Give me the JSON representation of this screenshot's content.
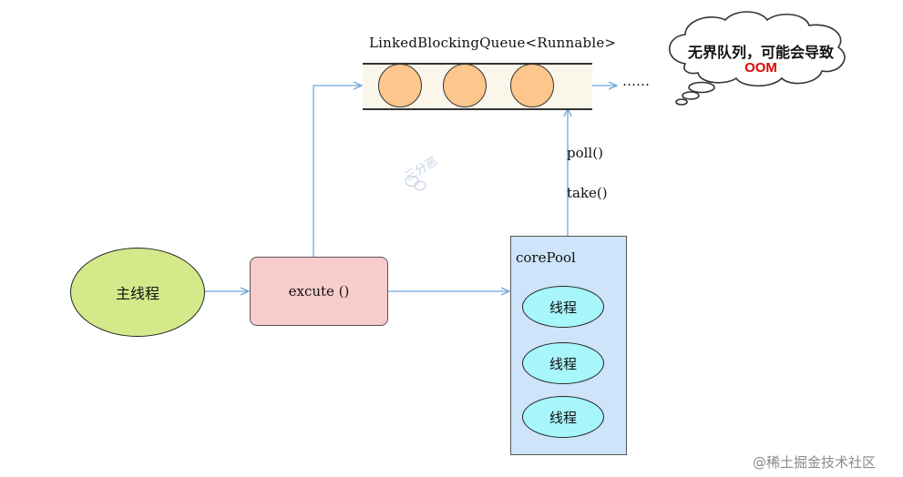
{
  "queue": {
    "label": "LinkedBlockingQueue<Runnable>",
    "ellipsis": "……"
  },
  "main_thread": {
    "label": "主线程"
  },
  "execute": {
    "label": "excute ()"
  },
  "core_pool": {
    "label": "corePool",
    "threads": [
      "线程",
      "线程",
      "线程"
    ]
  },
  "edges": {
    "poll": "poll()",
    "take": "take()"
  },
  "cloud": {
    "line1": "无界队列，可能会导致",
    "line2": "OOM"
  },
  "watermark": {
    "text": "三分恶"
  },
  "footer": {
    "text": "@稀土掘金技术社区"
  },
  "colors": {
    "arrow": "#6fa6dc",
    "queue_ball": "#fdc68c",
    "main_ellipse": "#d4e98a",
    "execute_box": "#f9cccc",
    "core_box": "#cde4fb",
    "thread": "#a6f6fb",
    "oom": "#e00000"
  }
}
